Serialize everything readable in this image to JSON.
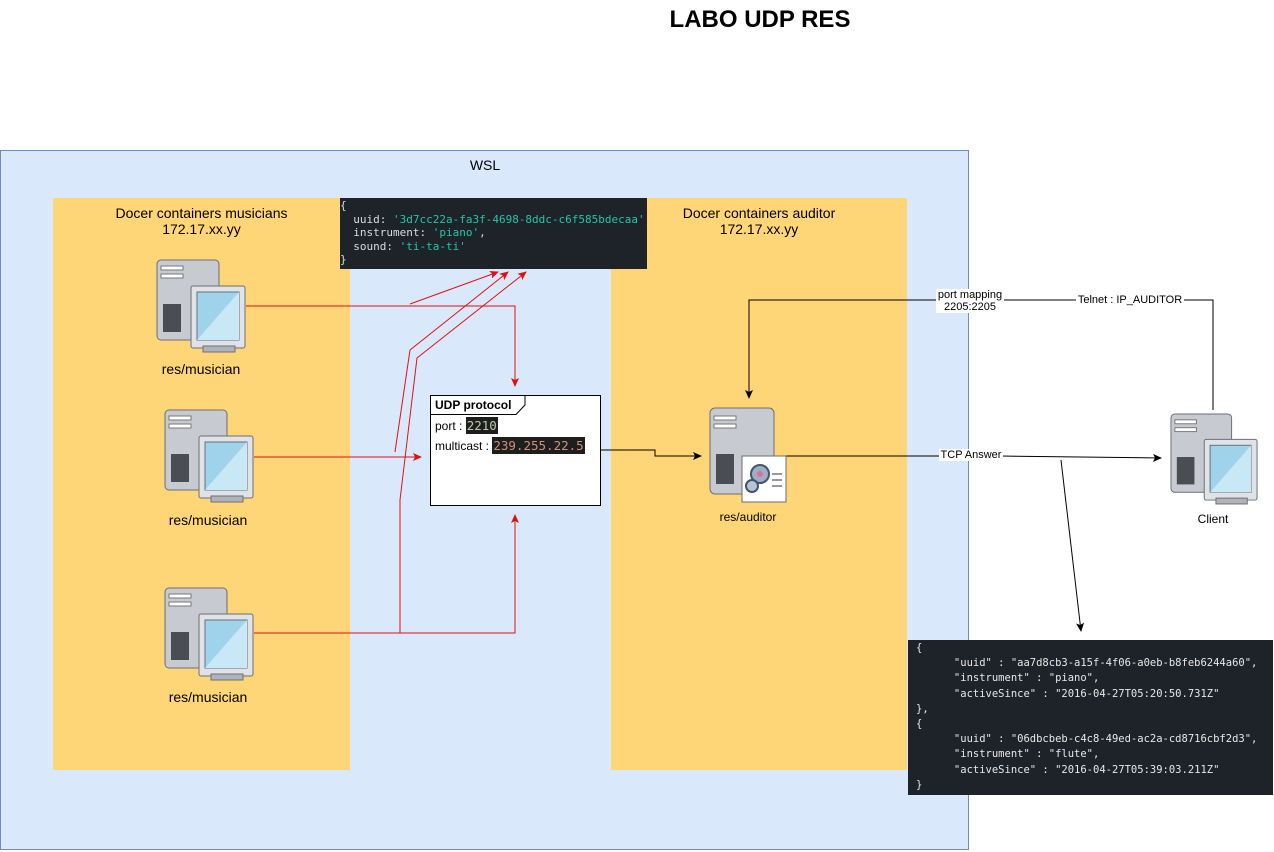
{
  "title": "LABO UDP RES",
  "wsl": {
    "label": "WSL"
  },
  "musicians_zone": {
    "title_line1": "Docer containers musicians",
    "title_line2": "172.17.xx.yy"
  },
  "auditor_zone": {
    "title_line1": "Docer containers auditor",
    "title_line2": "172.17.xx.yy"
  },
  "musicians": [
    {
      "label": "res/musician",
      "icon": "computer-icon"
    },
    {
      "label": "res/musician",
      "icon": "computer-icon"
    },
    {
      "label": "res/musician",
      "icon": "computer-icon"
    }
  ],
  "auditor": {
    "label": "res/auditor",
    "icon": "server-gears-icon"
  },
  "client": {
    "label": "Client",
    "icon": "computer-icon"
  },
  "udp": {
    "title": "UDP protocol",
    "port_label": "port : ",
    "port_value": "2210",
    "multicast_label": "multicast : ",
    "multicast_value": "239.255.22.5"
  },
  "message_json": {
    "open": "{",
    "uuid_key": "  uuid: ",
    "uuid_value": "'3d7cc22a-fa3f-4698-8ddc-c6f585bdecaa'",
    "instrument_key": "  instrument: ",
    "instrument_value": "'piano'",
    "sound_key": "  sound: ",
    "sound_value": "'ti-ta-ti'",
    "close": "}"
  },
  "response_json": [
    "{",
    "      \"uuid\" : \"aa7d8cb3-a15f-4f06-a0eb-b8feb6244a60\",",
    "      \"instrument\" : \"piano\",",
    "      \"activeSince\" : \"2016-04-27T05:20:50.731Z\"",
    "},",
    "{",
    "      \"uuid\" : \"06dbcbeb-c4c8-49ed-ac2a-cd8716cbf2d3\",",
    "      \"instrument\" : \"flute\",",
    "      \"activeSince\" : \"2016-04-27T05:39:03.211Z\"",
    "}"
  ],
  "edges": {
    "port_mapping_line1": "port mapping",
    "port_mapping_line2": "2205:2205",
    "telnet": "Telnet : IP_AUDITOR",
    "tcp_answer": "TCP Answer"
  },
  "colors": {
    "wsl_fill": "#dae8fc",
    "zone_fill": "#ffd677",
    "udp_arrow": "#e01010",
    "tcp_arrow": "#000000",
    "code_bg": "#1e2229"
  }
}
